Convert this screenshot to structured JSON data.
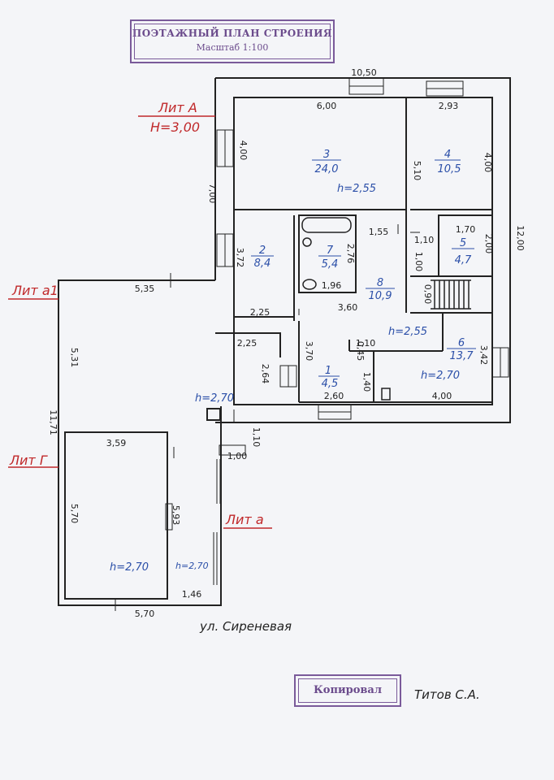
{
  "stamp": {
    "title": "ПОЭТАЖНЫЙ ПЛАН СТРОЕНИЯ",
    "scale": "Масштаб 1:100"
  },
  "copy_stamp": "Копировал",
  "signature": "Титов С.А.",
  "street": "ул. Сиреневая",
  "lit_labels": {
    "a_main": "Лит А",
    "height": "H=3,00",
    "a1": "Лит а1",
    "g": "Лит Г",
    "a": "Лит а"
  },
  "rooms": [
    {
      "n": "1",
      "area": "4,5"
    },
    {
      "n": "2",
      "area": "8,4"
    },
    {
      "n": "3",
      "area": "24,0"
    },
    {
      "n": "4",
      "area": "10,5"
    },
    {
      "n": "5",
      "area": "4,7"
    },
    {
      "n": "6",
      "area": "13,7"
    },
    {
      "n": "7",
      "area": "5,4"
    },
    {
      "n": "8",
      "area": "10,9"
    }
  ],
  "heights": {
    "h1": "h=2,55",
    "h2": "h=2,55",
    "h3": "h=2,70",
    "h4": "h=2,70",
    "h5": "h=2,70",
    "h6": "h=2,70"
  },
  "dims": {
    "d1050": "10,50",
    "d600": "6,00",
    "d293": "2,93",
    "d400a": "4,00",
    "d510": "5,10",
    "d400b": "4,00",
    "d700": "7,00",
    "d1200": "12,00",
    "d372": "3,72",
    "d276": "2,76",
    "d196": "1,96",
    "d155": "1,55",
    "d110a": "1,10",
    "d170": "1,70",
    "d200": "2,00",
    "d100a": "1,00",
    "d090": "0,90",
    "d225a": "2,25",
    "d360": "3,60",
    "d225b": "2,25",
    "d370": "3,70",
    "d045": "0,45",
    "d110b": "1,10",
    "d342": "3,42",
    "d264": "2,64",
    "d140": "1,40",
    "d260": "2,60",
    "d400c": "4,00",
    "d535": "5,35",
    "d531": "5,31",
    "d1171": "11,71",
    "d359": "3,59",
    "d110c": "1,10",
    "d100b": "1,00",
    "d570a": "5,70",
    "d593": "5,93",
    "d146": "1,46",
    "d570b": "5,70"
  },
  "colors": {
    "wall": "#222222",
    "blue": "#2b4fa8",
    "red": "#c0282a",
    "stamp": "#6b4b8c"
  }
}
